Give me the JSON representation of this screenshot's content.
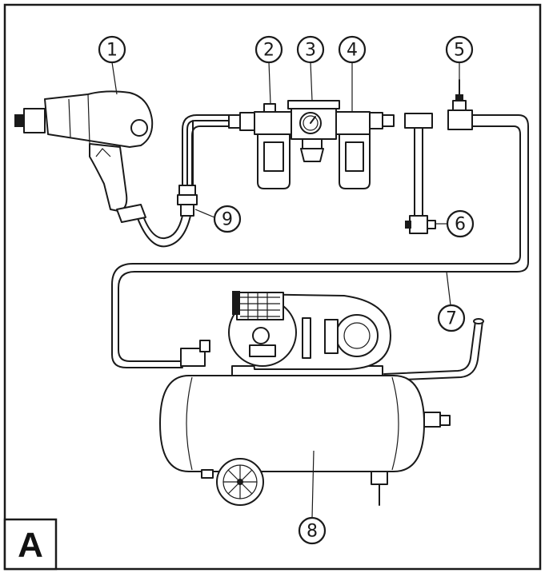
{
  "panel_letter": "A",
  "callouts": [
    {
      "id": "1",
      "label": "1"
    },
    {
      "id": "2",
      "label": "2"
    },
    {
      "id": "3",
      "label": "3"
    },
    {
      "id": "4",
      "label": "4"
    },
    {
      "id": "5",
      "label": "5"
    },
    {
      "id": "6",
      "label": "6"
    },
    {
      "id": "7",
      "label": "7"
    },
    {
      "id": "8",
      "label": "8"
    },
    {
      "id": "9",
      "label": "9"
    }
  ],
  "colors": {
    "line": "#1a1a1a",
    "background": "#ffffff"
  }
}
